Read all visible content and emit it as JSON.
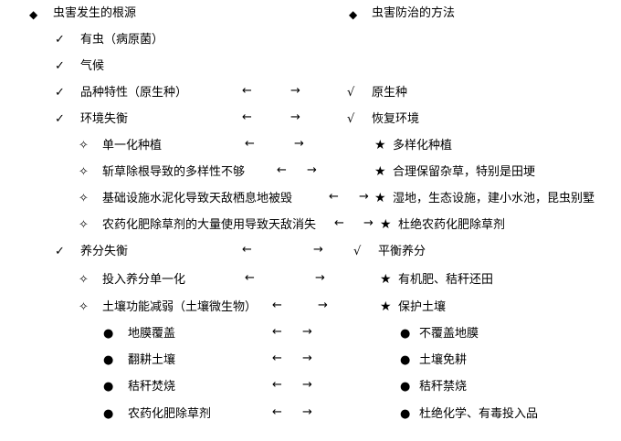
{
  "bullets": {
    "diamond": "◆",
    "check": "✓",
    "hollow_diamond": "✧",
    "dot": "●",
    "star": "★",
    "fcheck": "√",
    "arrow_left": "←",
    "arrow_right": "→"
  },
  "left": {
    "heading": "虫害发生的根源",
    "l1_a": "有虫（病原菌）",
    "l1_b": "气候",
    "l1_c": "品种特性（原生种）",
    "l1_d": "环境失衡",
    "l2_d1": "单一化种植",
    "l2_d2": "斩草除根导致的多样性不够",
    "l2_d3": "基础设施水泥化导致天敌栖息地被毁",
    "l2_d4": "农药化肥除草剂的大量使用导致天敌消失",
    "l1_e": "养分失衡",
    "l2_e1": "投入养分单一化",
    "l2_e2": "土壤功能减弱（土壤微生物）",
    "l3_1": "地膜覆盖",
    "l3_2": "翻耕土壤",
    "l3_3": "秸秆焚烧",
    "l3_4": "农药化肥除草剂"
  },
  "right": {
    "heading": "虫害防治的方法",
    "r_c": "原生种",
    "r_d": "恢复环境",
    "r_d1": "多样化种植",
    "r_d2": "合理保留杂草，特别是田埂",
    "r_d3": "湿地，生态设施，建小水池，昆虫别墅",
    "r_d4": "杜绝农药化肥除草剂",
    "r_e": "平衡养分",
    "r_e1": "有机肥、秸秆还田",
    "r_e2": "保护土壤",
    "r3_1": "不覆盖地膜",
    "r3_2": "土壤免耕",
    "r3_3": "秸秆禁烧",
    "r3_4": "杜绝化学、有毒投入品"
  }
}
